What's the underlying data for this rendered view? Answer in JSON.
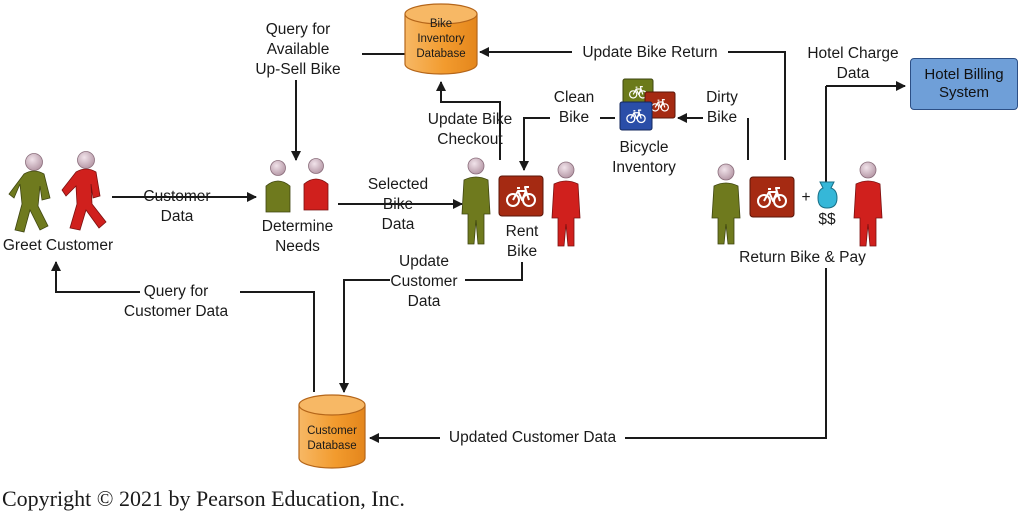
{
  "nodes": {
    "greet_customer": "Greet Customer",
    "determine_needs": "Determine\nNeeds",
    "rent_bike": "Rent\nBike",
    "bicycle_inventory": "Bicycle\nInventory",
    "return_bike_pay": "Return Bike & Pay",
    "bike_inventory_db": "Bike\nInventory\nDatabase",
    "customer_db": "Customer\nDatabase",
    "hotel_billing": "Hotel Billing\nSystem",
    "plus": "+",
    "money": "$$"
  },
  "flows": {
    "customer_data": "Customer\nData",
    "selected_bike_data": "Selected\nBike\nData",
    "query_available_upsell": "Query for\nAvailable\nUp-Sell Bike",
    "update_bike_checkout": "Update Bike\nCheckout",
    "clean_bike": "Clean\nBike",
    "dirty_bike": "Dirty\nBike",
    "update_bike_return": "Update Bike Return",
    "hotel_charge_data": "Hotel Charge\nData",
    "update_customer_data": "Update\nCustomer\nData",
    "query_customer_data": "Query for\nCustomer Data",
    "updated_customer_data": "Updated Customer Data"
  },
  "footer": {
    "copyright": "Copyright © 2021 by Pearson Education, Inc."
  },
  "colors": {
    "person_green": "#6f7a1e",
    "person_red": "#d0201d",
    "head": "#d8c0cc",
    "bike_sign": "#a52a12",
    "bike_sign_blue": "#2a4ea8",
    "bike_sign_olive": "#6b7a1a",
    "database_orange": "#f3a13c",
    "billing_blue": "#6f9fd8",
    "money_bag": "#35b7d8",
    "line": "#1a1a1a"
  }
}
